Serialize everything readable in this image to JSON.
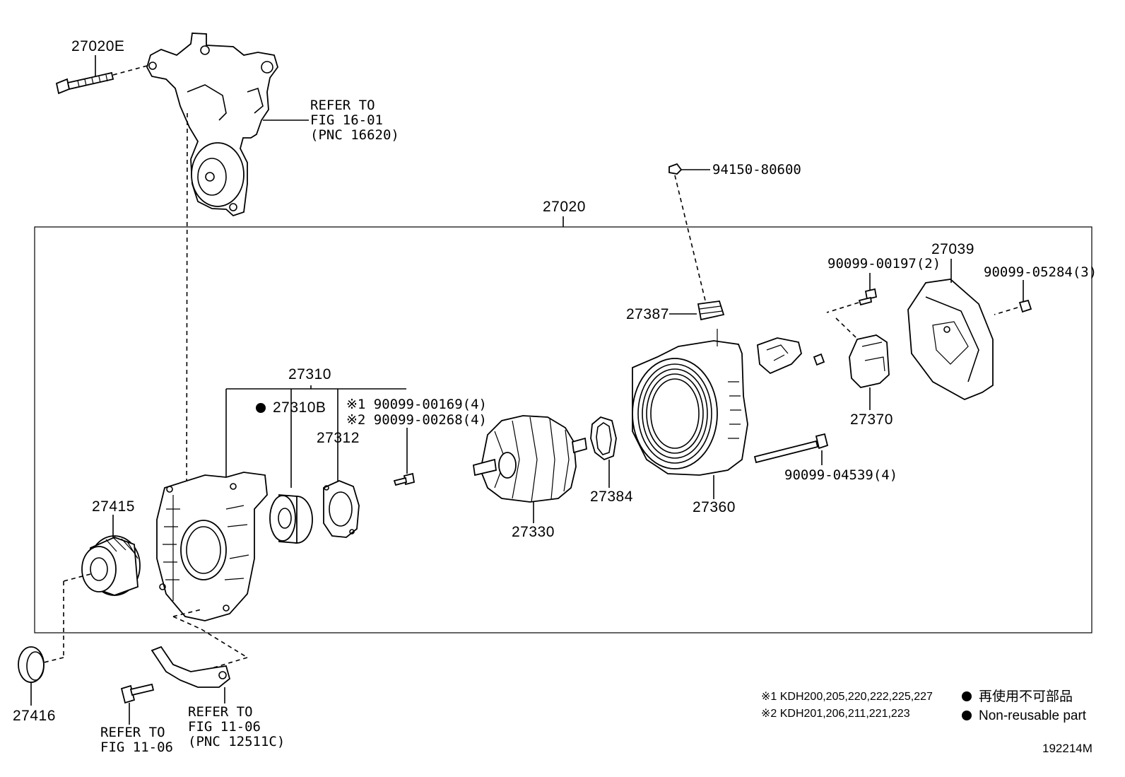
{
  "labels": {
    "p27020E": "27020E",
    "refer_fig16": [
      "REFER TO",
      "FIG 16-01",
      "(PNC 16620)"
    ],
    "p94150": "94150-80600",
    "p27020": "27020",
    "p27387": "27387",
    "p90099_00197": "90099-00197(2)",
    "p27039": "27039",
    "p90099_05284": "90099-05284(3)",
    "p27310": "27310",
    "p27310B": "27310B",
    "p90099_00169": "※1 90099-00169(4)",
    "p90099_00268": "※2 90099-00268(4)",
    "p27312": "27312",
    "p27370": "27370",
    "p90099_04539": "90099-04539(4)",
    "p27384": "27384",
    "p27360": "27360",
    "p27330": "27330",
    "p27415": "27415",
    "p27416": "27416",
    "refer_fig11_a": [
      "REFER TO",
      "FIG 11-06"
    ],
    "refer_fig11_b": [
      "REFER TO",
      "FIG 11-06",
      "(PNC 12511C)"
    ]
  },
  "notes": {
    "note1": "※1 KDH200,205,220,222,225,227",
    "note2": "※2 KDH201,206,211,221,223"
  },
  "legend": {
    "jp": "再使用不可部品",
    "en": "Non-reusable part"
  },
  "figure_id": "192214M"
}
